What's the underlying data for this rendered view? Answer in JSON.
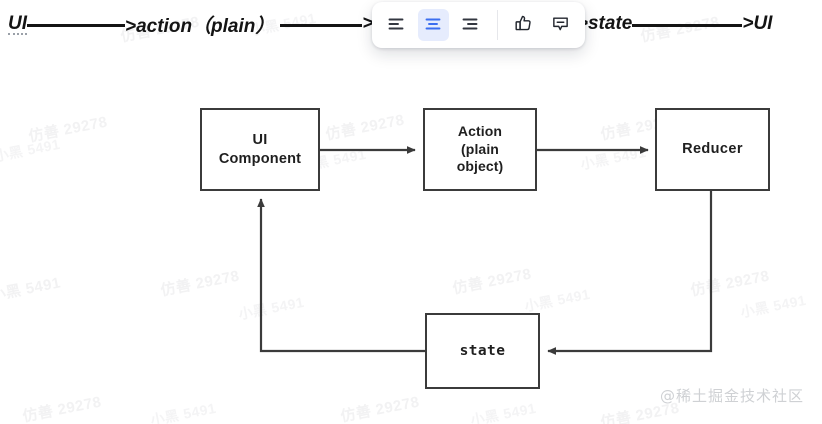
{
  "formula": {
    "parts": [
      {
        "type": "text",
        "value": "UI",
        "underline_dotted": true
      },
      {
        "type": "arrow"
      },
      {
        "type": "text",
        "value": ">action（plain）"
      },
      {
        "type": "arrow"
      },
      {
        "type": "text",
        "value": ">r"
      },
      {
        "type": "arrow"
      },
      {
        "type": "text",
        "value": ">state"
      },
      {
        "type": "arrow"
      },
      {
        "type": "text",
        "value": ">UI"
      }
    ],
    "ui_start": "UI",
    "action_segment": ">action（plain）",
    "reducer_segment": ">r",
    "state_segment": ">state",
    "ui_end": ">UI"
  },
  "toolbar": {
    "buttons": [
      {
        "name": "align-left-icon",
        "label": "Align left",
        "active": false
      },
      {
        "name": "align-center-icon",
        "label": "Align center",
        "active": true
      },
      {
        "name": "align-right-icon",
        "label": "Align right",
        "active": false
      }
    ],
    "actions": [
      {
        "name": "thumbs-up-icon",
        "label": "Like"
      },
      {
        "name": "comment-icon",
        "label": "Comment"
      }
    ],
    "active_accent": "#3b6ef0",
    "active_background": "#e6ecfd"
  },
  "diagram": {
    "nodes": [
      {
        "id": "ui-component",
        "label": "UI\nComponent"
      },
      {
        "id": "action",
        "label": "Action\n(plain\nobject)"
      },
      {
        "id": "reducer",
        "label": "Reducer"
      },
      {
        "id": "state",
        "label": "state"
      }
    ],
    "edges": [
      {
        "from": "ui-component",
        "to": "action"
      },
      {
        "from": "action",
        "to": "reducer"
      },
      {
        "from": "reducer",
        "to": "state"
      },
      {
        "from": "state",
        "to": "ui-component"
      }
    ],
    "stroke_color": "#3b3b3b"
  },
  "watermarks": {
    "tokens": [
      "仿善 29278",
      "小黑 5491",
      "仿善 29278",
      "小黑 5491"
    ],
    "color": "#f2f2f3"
  },
  "attribution": "@稀土掘金技术社区"
}
